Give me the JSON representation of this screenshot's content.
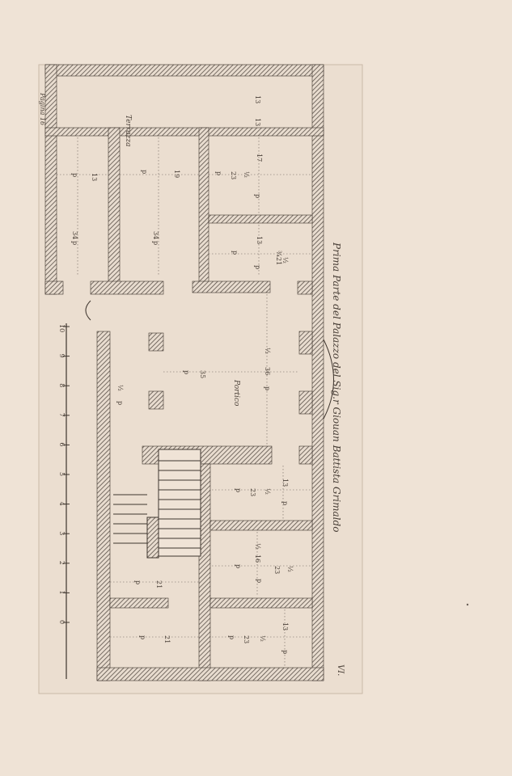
{
  "plate": {
    "page_ref": "Pagina 16",
    "caption": "Prima Parte del Palazzo del Sig.r Giouan Battista Grimaldo",
    "plate_number": "VI.",
    "colors": {
      "paper": "#efe3d6",
      "plate": "#ebded0",
      "ink": "#4a4038",
      "hatch": "#6b6058"
    }
  },
  "rooms": {
    "terrace": "Terrazza",
    "portico": "Portico"
  },
  "dimensions": {
    "d01": "p",
    "d02": "13",
    "d03": "p",
    "d04": "19",
    "d05": "p",
    "d06": "34",
    "d07": "p",
    "d08": "34",
    "d09": "p",
    "d10": "23",
    "d11": "½",
    "d12": "17",
    "d13": "p",
    "d14": "13",
    "d15": "p",
    "d16": "13",
    "d17": "¾",
    "d18": "p",
    "d19": "13",
    "d20": "21",
    "d21": "½",
    "d22": "p",
    "d23": "35",
    "d24": "p",
    "d25": "36",
    "d26": "½",
    "d27": "p",
    "d28": "23",
    "d29": "½",
    "d30": "p",
    "d31": "13",
    "d32": "p",
    "d33": "21",
    "d34": "p",
    "d35": "16",
    "d36": "½",
    "d37": "p",
    "d38": "23",
    "d39": "½",
    "d40": "p",
    "d41": "21",
    "d42": "p",
    "d43": "23",
    "d44": "½",
    "d45": "p",
    "d46": "13",
    "d47": "p",
    "d48": "½"
  },
  "scale": {
    "ticks": [
      "10",
      "9",
      "8",
      "7",
      "6",
      "5",
      "4",
      "3",
      "2",
      "1",
      "0"
    ]
  }
}
